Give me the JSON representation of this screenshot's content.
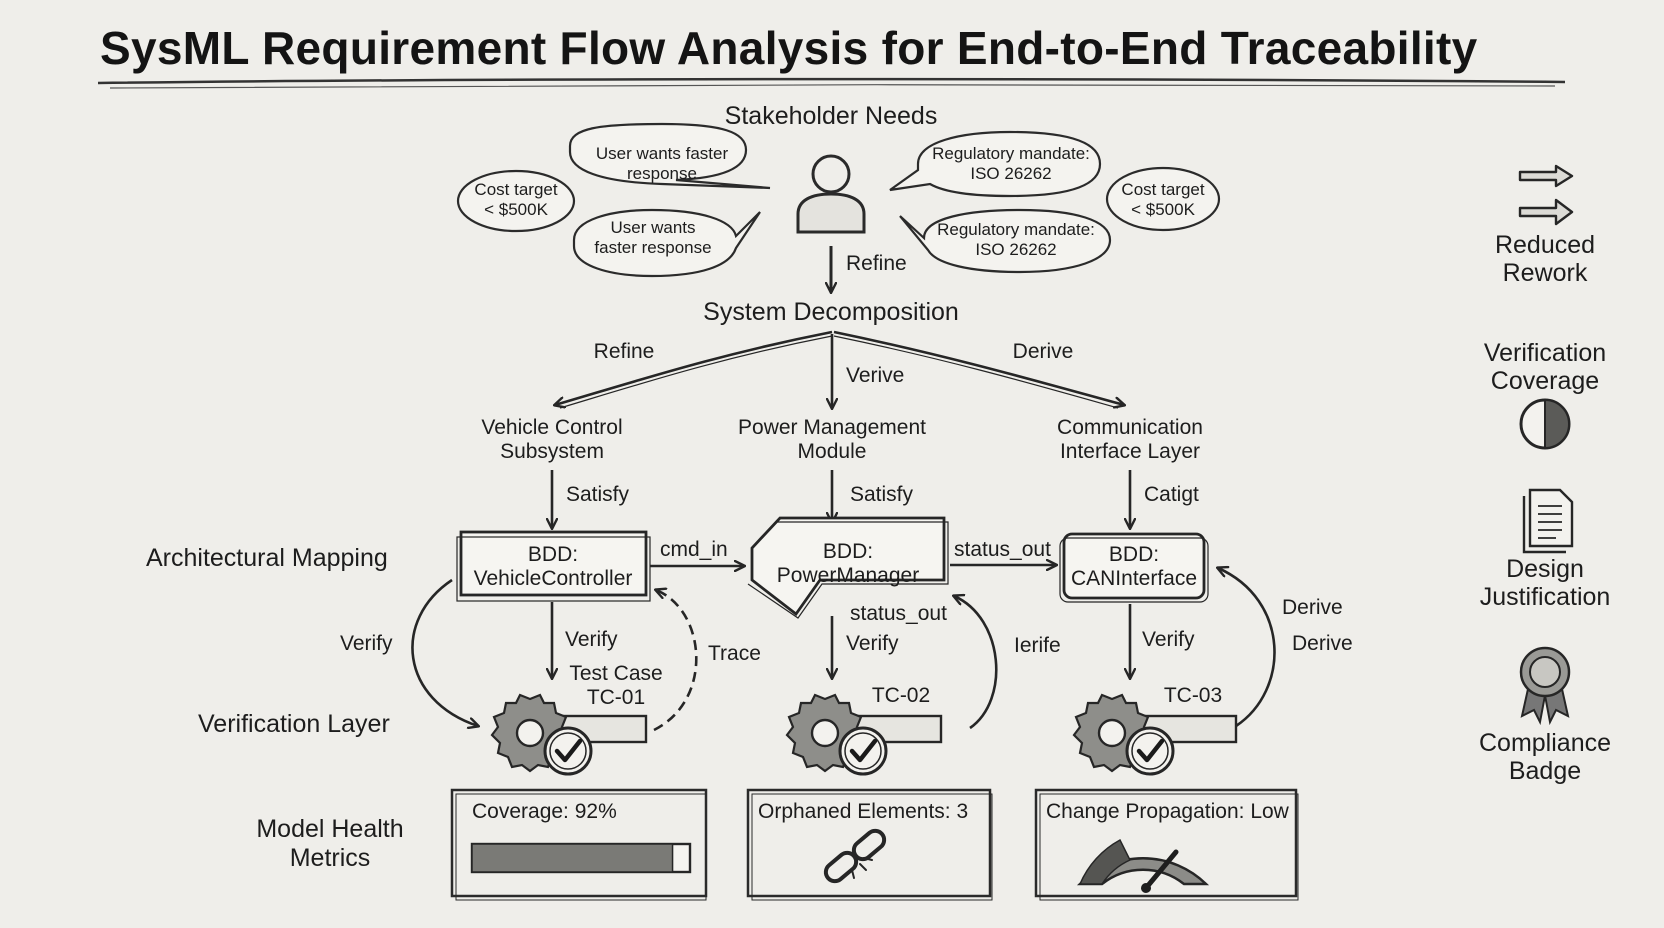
{
  "title": "SysML Requirement Flow Analysis for End-to-End Traceability",
  "stakeholder": {
    "heading": "Stakeholder Needs",
    "bubbles": [
      "User wants faster\nresponse",
      "Cost target\n< $500K",
      "User wants\nfaster response",
      "Regulatory mandate:\nISO 26262",
      "Cost target\n< $500K",
      "Regulatory mandate:\nISO 26262"
    ],
    "refine_label": "Refine"
  },
  "decomposition": {
    "heading": "System Decomposition",
    "edges": [
      "Refine",
      "Verive",
      "Derive"
    ],
    "subsystems": [
      "Vehicle Control\nSubsystem",
      "Power Management\nModule",
      "Communication\nInterface Layer"
    ],
    "satisfy_labels": [
      "Satisfy",
      "Satisfy",
      "Catigt"
    ]
  },
  "architecture": {
    "row_label": "Architectural Mapping",
    "blocks": [
      "BDD:\nVehicleController",
      "BDD:\nPowerManager",
      "BDD:\nCANInterface"
    ],
    "flows": [
      "cmd_in",
      "status_out",
      "status_out"
    ]
  },
  "verification": {
    "row_label": "Verification Layer",
    "edge_labels": [
      "Verify",
      "Verify",
      "Trace",
      "Verify",
      "Ierife",
      "Verify",
      "Derive",
      "Derive"
    ],
    "tests": [
      "Test Case\nTC-01",
      "TC-02",
      "TC-03"
    ]
  },
  "metrics": {
    "row_label": "Model Health\nMetrics",
    "coverage_label": "Coverage: 92%",
    "coverage_value": 0.92,
    "orphaned_label": "Orphaned Elements: 3",
    "change_label": "Change Propagation: Low"
  },
  "sidebar": {
    "items": [
      {
        "label": "Reduced\nRework",
        "icon": "arrows-icon"
      },
      {
        "label": "Verification\nCoverage",
        "icon": "pie-icon"
      },
      {
        "label": "Design\nJustification",
        "icon": "document-icon"
      },
      {
        "label": "Compliance\nBadge",
        "icon": "badge-icon"
      }
    ]
  },
  "colors": {
    "background": "#efeeea",
    "ink": "#262626",
    "fill": "#f7f7f4"
  }
}
